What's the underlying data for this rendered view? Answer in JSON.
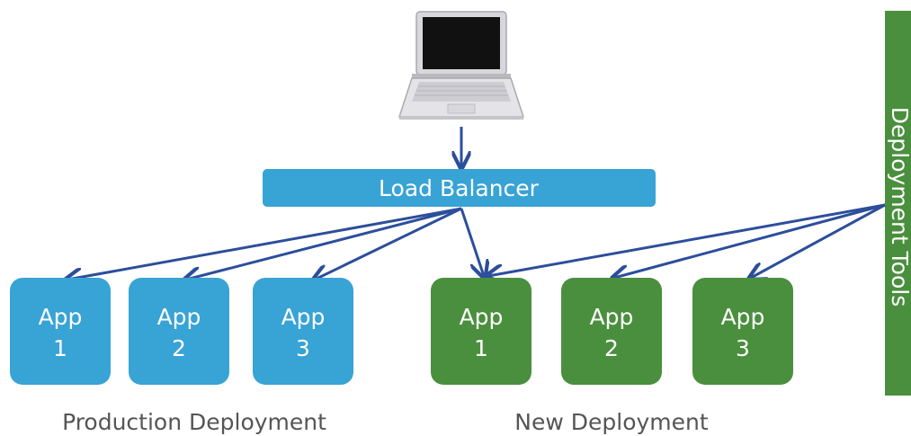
{
  "load_balancer": {
    "label": "Load Balancer"
  },
  "deployment_tools": {
    "label": "Deployment Tools"
  },
  "production": {
    "caption": "Production Deployment",
    "apps": [
      {
        "line1": "App",
        "line2": "1"
      },
      {
        "line1": "App",
        "line2": "2"
      },
      {
        "line1": "App",
        "line2": "3"
      }
    ]
  },
  "new_deployment": {
    "caption": "New Deployment",
    "apps": [
      {
        "line1": "App",
        "line2": "1"
      },
      {
        "line1": "App",
        "line2": "2"
      },
      {
        "line1": "App",
        "line2": "3"
      }
    ]
  },
  "colors": {
    "blue": "#38A3D5",
    "green": "#4A8F3E",
    "arrow": "#2C4E9B",
    "caption": "#555555"
  }
}
